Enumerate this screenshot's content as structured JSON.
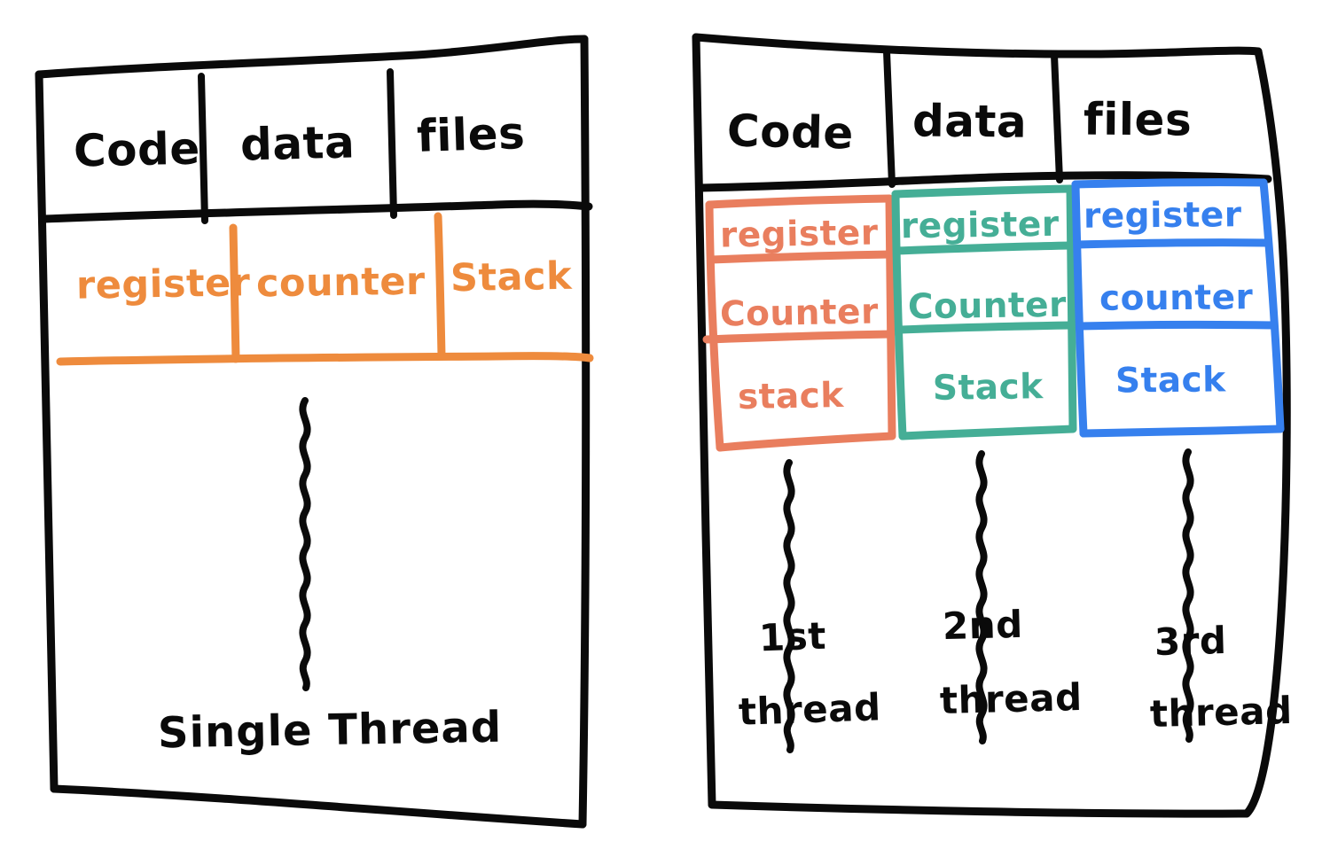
{
  "diagram": {
    "title": "Single-threaded vs Multi-threaded Process",
    "palette": {
      "ink": "#0a0a0a",
      "orange": "#EE8B3D",
      "salmon": "#E97E5E",
      "teal": "#45AE96",
      "blue": "#3680EE",
      "paper": "#FFFFFF"
    }
  },
  "left_panel": {
    "name": "single-threaded-process",
    "header": {
      "cells": [
        {
          "label": "Code"
        },
        {
          "label": "data"
        },
        {
          "label": "files"
        }
      ]
    },
    "resource_row": {
      "color": "#EE8B3D",
      "cells": [
        {
          "label": "register"
        },
        {
          "label": "counter"
        },
        {
          "label": "Stack"
        }
      ]
    },
    "thread": {
      "squiggle": "thread-squiggle",
      "caption": "Single Thread"
    }
  },
  "right_panel": {
    "name": "multi-threaded-process",
    "header": {
      "cells": [
        {
          "label": "Code"
        },
        {
          "label": "data"
        },
        {
          "label": "files"
        }
      ]
    },
    "threads": [
      {
        "color": "#E97E5E",
        "cells": [
          {
            "label": "register"
          },
          {
            "label": "Counter"
          },
          {
            "label": "stack"
          }
        ],
        "squiggle": "thread-squiggle",
        "caption_line1": "1st",
        "caption_line2": "thread"
      },
      {
        "color": "#45AE96",
        "cells": [
          {
            "label": "register"
          },
          {
            "label": "Counter"
          },
          {
            "label": "Stack"
          }
        ],
        "squiggle": "thread-squiggle",
        "caption_line1": "2nd",
        "caption_line2": "thread"
      },
      {
        "color": "#3680EE",
        "cells": [
          {
            "label": "register"
          },
          {
            "label": "counter"
          },
          {
            "label": "Stack"
          }
        ],
        "squiggle": "thread-squiggle",
        "caption_line1": "3rd",
        "caption_line2": "thread"
      }
    ]
  }
}
